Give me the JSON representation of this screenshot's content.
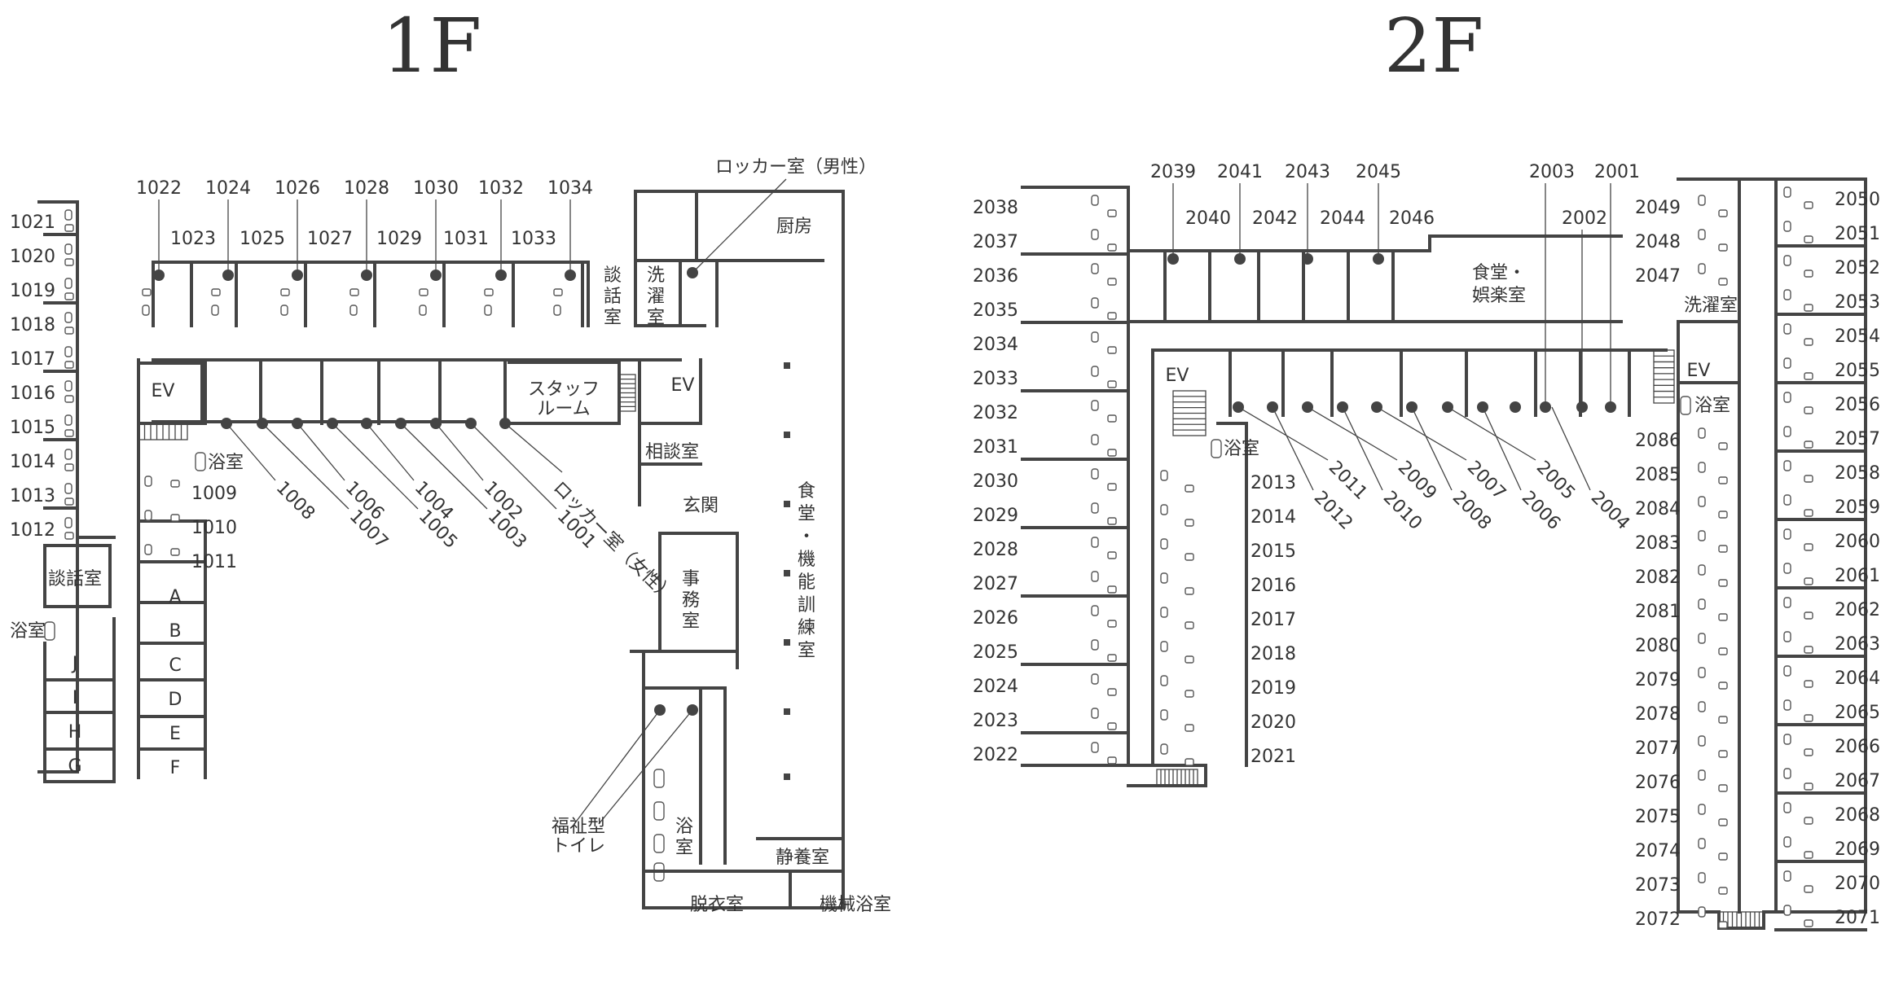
{
  "floors": {
    "f1": {
      "title": "1F",
      "top_rooms": [
        "1022",
        "1024",
        "1026",
        "1028",
        "1030",
        "1032",
        "1034"
      ],
      "top_rooms_lower": [
        "1023",
        "1025",
        "1027",
        "1029",
        "1031",
        "1033"
      ],
      "left_rooms": [
        "1021",
        "1020",
        "1019",
        "1018",
        "1017",
        "1016",
        "1015",
        "1014",
        "1013",
        "1012"
      ],
      "mid_rooms_low": [
        "1009",
        "1010",
        "1011"
      ],
      "diag_rooms_a": [
        "1008",
        "1006",
        "1004",
        "1002"
      ],
      "diag_rooms_b": [
        "1007",
        "1005",
        "1003",
        "1001"
      ],
      "locker_male": "ロッカー室（男性）",
      "locker_female": "ロッカー室（女性）",
      "letter_left": [
        "J",
        "I",
        "H",
        "G"
      ],
      "letter_right": [
        "A",
        "B",
        "C",
        "D",
        "E",
        "F"
      ],
      "labels": {
        "danwa_left": "談話室",
        "yokushitsu_left": "浴室",
        "ev1": "EV",
        "yokushitsu_mid": "浴室",
        "staff_room": "スタッフ\nルーム",
        "danwa_v": "談話室",
        "sentaku_v": "洗濯室",
        "ev2": "EV",
        "soudan": "相談室",
        "genkan": "玄関",
        "jimu_v": "事務室",
        "chubo": "厨房",
        "shokudo_v": "食堂・機能訓練室",
        "fukushi_toilet": "福祉型\nトイレ",
        "yoku_v": "浴室",
        "seiyo": "静養室",
        "datsui": "脱衣室",
        "kikai_yoku": "機械浴室"
      }
    },
    "f2": {
      "title": "2F",
      "left_rooms": [
        "2038",
        "2037",
        "2036",
        "2035",
        "2034",
        "2033",
        "2032",
        "2031",
        "2030",
        "2029",
        "2028",
        "2027",
        "2026",
        "2025",
        "2024",
        "2023",
        "2022"
      ],
      "mid_rooms": [
        "2013",
        "2014",
        "2015",
        "2016",
        "2017",
        "2018",
        "2019",
        "2020",
        "2021"
      ],
      "top_rooms": [
        "2039",
        "2041",
        "2043",
        "2045"
      ],
      "top_rooms_lower": [
        "2040",
        "2042",
        "2044",
        "2046"
      ],
      "top_right_rooms": [
        "2003",
        "2001"
      ],
      "room_2002": "2002",
      "diag_rooms_a": [
        "2011",
        "2009",
        "2007",
        "2005"
      ],
      "diag_rooms_b": [
        "2012",
        "2010",
        "2008",
        "2006",
        "2004"
      ],
      "right_inner": [
        "2049",
        "2048",
        "2047",
        "2086",
        "2085",
        "2084",
        "2083",
        "2082",
        "2081",
        "2080",
        "2079",
        "2078",
        "2077",
        "2076",
        "2075",
        "2074",
        "2073",
        "2072"
      ],
      "right_outer": [
        "2050",
        "2051",
        "2052",
        "2053",
        "2054",
        "2055",
        "2056",
        "2057",
        "2058",
        "2059",
        "2060",
        "2061",
        "2062",
        "2063",
        "2064",
        "2065",
        "2066",
        "2067",
        "2068",
        "2069",
        "2070",
        "2071"
      ],
      "labels": {
        "ev1": "EV",
        "yokushitsu_mid": "浴室",
        "shokudo": "食堂・\n娯楽室",
        "sentaku": "洗濯室",
        "ev2": "EV",
        "yokushitsu_right": "浴室"
      }
    }
  }
}
